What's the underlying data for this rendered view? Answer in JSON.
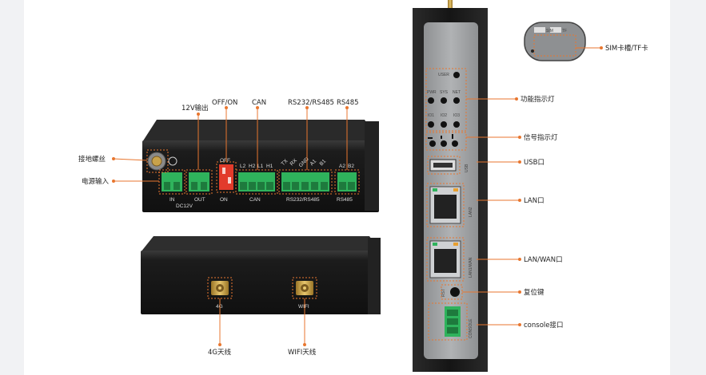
{
  "callouts": {
    "ground_screw": "接地螺丝",
    "power_input": "电源输入",
    "out_12v": "12V输出",
    "off_on": "OFF/ON",
    "can": "CAN",
    "rs232_rs485": "RS232/RS485",
    "rs485": "RS485",
    "antenna_4g": "4G天线",
    "antenna_wifi": "WIFI天线",
    "sim_tf": "SIM卡槽/TF卡",
    "function_leds": "功能指示灯",
    "signal_leds": "信号指示灯",
    "usb_port": "USB口",
    "lan_port": "LAN口",
    "lan_wan_port": "LAN/WAN口",
    "reset_key": "复位键",
    "console_port": "console接口"
  },
  "device_labels": {
    "in": "IN",
    "out": "OUT",
    "dc12v": "DC12V",
    "on": "ON",
    "off": "OFF",
    "can": "CAN",
    "rs232_rs485": "RS232/RS485",
    "rs485": "RS485",
    "can_pins": [
      "L2",
      "H2",
      "L1",
      "H1"
    ],
    "serial_pins": [
      "TX",
      "RX",
      "GND",
      "A1",
      "B1"
    ],
    "rs485_pins": [
      "A2",
      "B2"
    ],
    "ant_4g": "4G",
    "ant_wifi": "WIFI",
    "user": "USER",
    "pwr": "PWR",
    "sys": "SYS",
    "net": "NET",
    "io1": "IO1",
    "io2": "IO2",
    "io3": "IO3",
    "usb": "USB",
    "lan2": "LAN2",
    "lan1_wan": "LAN1/WAN",
    "rst": "RST",
    "console": "CONSOLE",
    "sim": "SIM",
    "tf": "TF"
  },
  "colors": {
    "callout_line": "#e8762f",
    "dashed_box": "#e8762f",
    "terminal_green": "#2fb35c",
    "switch_red": "#e23b2b",
    "brass": "#c9a24a",
    "device_black": "#1c1c1c",
    "panel_grey": "#9ea0a2"
  }
}
